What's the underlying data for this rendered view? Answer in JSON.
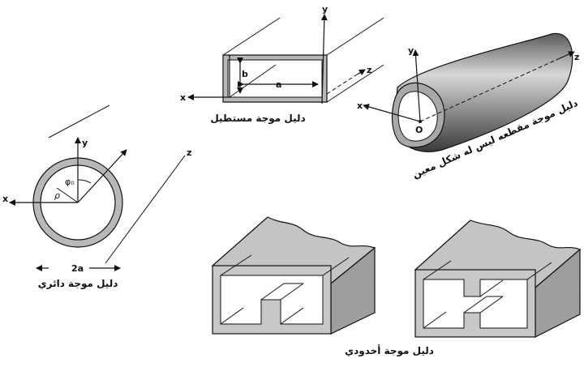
{
  "captions": {
    "circular": "دليل موجة دائري",
    "rectangular": "دليل موجة مستطيل",
    "irregular": "دليل موجة مقطعه ليس له شكل معين",
    "ridged": "دليل موجة أخدودي"
  },
  "labels": {
    "x": "x",
    "y": "y",
    "z": "z",
    "a": "a",
    "b": "b",
    "two_a": "2a",
    "phi0": "φ₀",
    "rho": "ρ",
    "origin": "O"
  },
  "colors": {
    "metal": "#b8b8b8",
    "metal_dark": "#8a8a8a",
    "stroke": "#111111"
  }
}
